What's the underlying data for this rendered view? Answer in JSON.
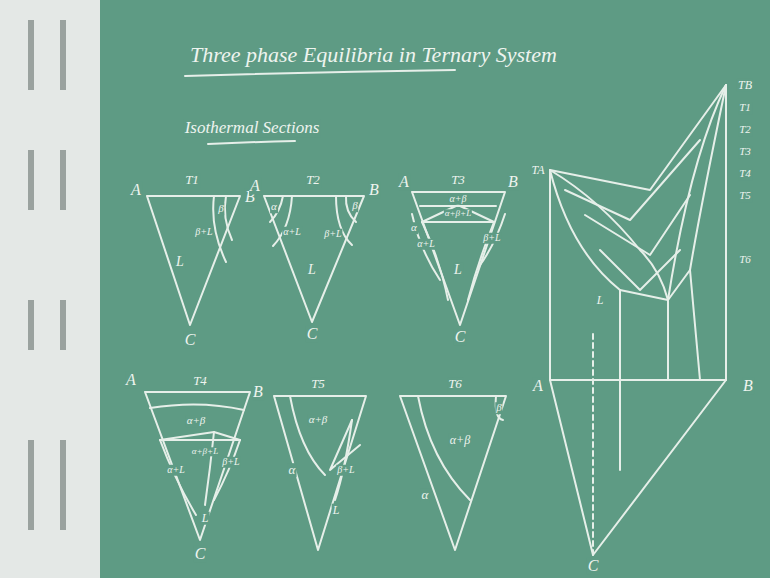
{
  "diagram": {
    "title": "Three phase Equilibria in Ternary System",
    "labels": [
      "Isothermal Sections",
      "A",
      "T1",
      "B",
      "L",
      "β",
      "β+L",
      "C",
      "A",
      "T2",
      "B",
      "α",
      "α+L",
      "L",
      "β+L",
      "β",
      "C",
      "A",
      "T3",
      "B",
      "α+β",
      "α+β+L",
      "β+L",
      "α+L",
      "L",
      "α",
      "C",
      "A",
      "T4",
      "B",
      "α+β",
      "α+β+L",
      "β+L",
      "α+L",
      "L",
      "C",
      "T5",
      "α+β",
      "α",
      "β+L",
      "L",
      "T6",
      "α+β",
      "α",
      "β",
      "TA",
      "TB",
      "T1",
      "T2",
      "T3",
      "T4",
      "T5",
      "T6",
      "A",
      "B",
      "C",
      "L"
    ]
  }
}
